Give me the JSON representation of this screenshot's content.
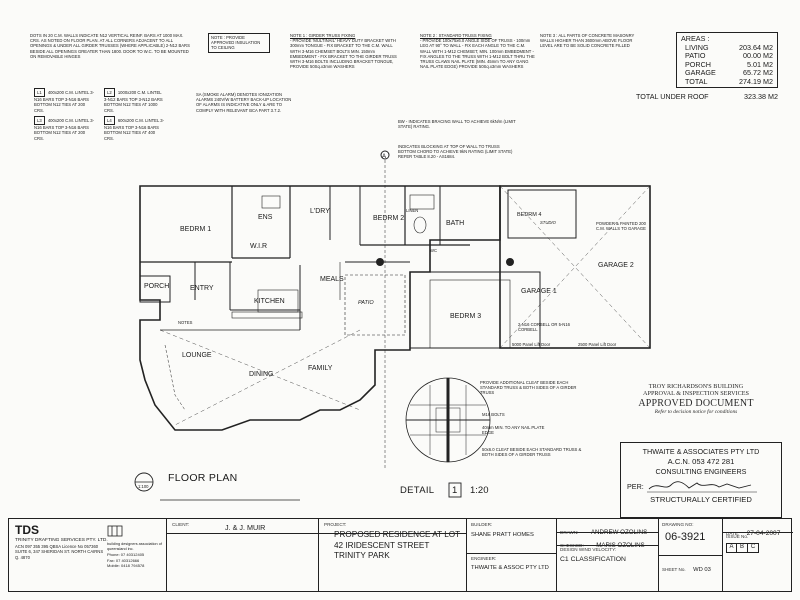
{
  "notes": {
    "top_left": "DOTS IN 20 C.M. WALLS INDICATE N12 VERTICAL REINF. BARS AT 1000 MAX. CRS. AS NOTED ON FLOOR PLAN. AT ALL CORNERS ADJACENT TO ALL OPENINGS & UNDER ALL GIRDER TRUSSES (WHERE APPLICABLE) 2-N12 BARS BESIDE ALL OPENINGS GREATER THAN 1800. DOOR TO W.C. TO BE MOUNTED ON REMOVABLE HINGES",
    "note_box": "NOTE : PROVIDE APPROVED INSULATION TO CEILING",
    "girder_fixing_title": "NOTE 1 : GIRDER TRUSS FIXING",
    "girder_fixing_body": "- PROVIDE 'MULTINAIL' HEAVY DUTY BRACKET WITH 300mm TONGUE - FIX BRACKET TO THE C.M. WALL WITH 3-M16 CHEMSET BOLTS MIN. 150mm EMBEDMENT - FIX BRACKET TO THE GIRDER TRUSS WITH 3-M16 BOLTS INCLUDING BRACKET TONGUE, PROVIDE 50Sq.x3mm WASHERS",
    "standard_fixing_title": "NOTE 2 : STANDARD TRUSS FIXING",
    "standard_fixing_body": "- PROVIDE 100x75x6.0 ANGLE SIDE OF TRUSS - 100mm LEG AT 90° TO WALL - FIX EACH ANGLE TO THE C.M. WALL WITH 1-M12 CHEMSET, MIN. 100mm EMBEDMENT - FIX ANGLES TO THE TRUSS WITH 1-M12 BOLT THRU THE TRUSS CLAWS NAIL PLATE (MIN. 45mm TO ANY GANG NAIL PLATE EDGE) PROVIDE 50Sq.x3mm WASHERS",
    "note3": "NOTE 3 : ALL PARTS OF CONCRETE MASONRY WALLS HIGHER THAN 3600mm ABOVE FLOOR LEVEL ARE TO BE SOLID CONCRETE FILLED",
    "bracing": "BW - INDICATES BRACING WALL TO ACHIEVE 6kN/m (LIMIT STATE) RATING.",
    "blocking": "INDICATES BLOCKING AT TOP OF WALL TO TRUSS BOTTOM CHORD TO ACHIEVE 9kN RATING (LIMIT STATE) REFER TABLE 8.20 - AS1684.",
    "smoke_alarm": "SA (SMOKE ALARM) DENOTES IONIZATION ALARMS 240V/W BATTERY BACK-UP LOCATION OF ALARMS IS INDICATIVE ONLY & ARE TO COMPLY WITH RELEVANT BCA PART 3.7.2.",
    "detail_note1": "PROVIDE ADDITIONAL CLEAT BESIDE EACH STANDARD TRUSS & BOTH SIDES OF A GIRDER TRUSS",
    "detail_note2": "M16 BOLTS",
    "detail_note3": "40mm MIN. TO ANY NAIL PLATE EDGE",
    "detail_note4": "50x6.0 CLEAT BESIDE EACH STANDARD TRUSS & BOTH SIDES OF A GIRDER TRUSS"
  },
  "lintels": [
    {
      "id": "L1",
      "text": "400x200 C.M. LINTEL 3-N16 BARS TOP 3-N16 BARS BOTTOM N12 TIES AT 200 CRS."
    },
    {
      "id": "L2",
      "text": "1000x200 C.M. LINTEL 3-N12 BARS TOP 3-N12 BARS BOTTOM N12 TIES AT 1000 CRS."
    },
    {
      "id": "L3",
      "text": "400x200 C.M. LINTEL 3-N16 BARS TOP 3-N16 BARS BOTTOM N12 TIES AT 200 CRS."
    },
    {
      "id": "L4",
      "text": "600x200 C.M. LINTEL 3-N16 BARS TOP 3-N16 BARS BOTTOM N12 TIES AT 400 CRS."
    }
  ],
  "areas": {
    "heading": "AREAS :",
    "rows": [
      {
        "label": "LIVING",
        "value": "203.64",
        "unit": "M2"
      },
      {
        "label": "PATIO",
        "value": "00.00",
        "unit": "M2"
      },
      {
        "label": "PORCH",
        "value": "5.01",
        "unit": "M2"
      },
      {
        "label": "GARAGE",
        "value": "65.72",
        "unit": "M2"
      },
      {
        "label": "TOTAL",
        "value": "274.19",
        "unit": "M2"
      }
    ],
    "under_roof_label": "TOTAL UNDER ROOF",
    "under_roof_value": "323.38",
    "under_roof_unit": "M2"
  },
  "rooms": {
    "bedrm1": "BEDRM 1",
    "ens": "ENS",
    "wir": "W.I.R",
    "lory": "L'DRY",
    "bedrm2": "BEDRM 2",
    "bath": "BATH",
    "bedrm4": "BEDRM 4",
    "porch": "PORCH",
    "entry": "ENTRY",
    "kitchen": "KITCHEN",
    "meals": "MEALS",
    "patio": "PATIO",
    "bedrm3": "BEDRM 3",
    "garage1": "GARAGE 1",
    "garage2": "GARAGE 2",
    "lounge": "LOUNGE",
    "dining": "DINING",
    "family": "FAMILY",
    "linen": "LINEN",
    "wc": "WC",
    "notes_label": "NOTES",
    "garage_wall_note": "POWDER & PAINTED 200 C.M. WALLS TO GARAGE",
    "panel_lift_1": "5000 Panel Lift Door",
    "panel_lift_2": "2500 Panel Lift Door",
    "bedrm4_sub": "STUDIO",
    "garage_note": "2-N16 CORBELL OR 5-N16 CORBELL"
  },
  "stamp": {
    "line1": "TROY RICHARDSON'S BUILDING",
    "line2": "APPROVAL & INSPECTION SERVICES",
    "line3": "APPROVED DOCUMENT",
    "line4": "Refer to decision notice for conditions"
  },
  "engineer": {
    "name": "THWAITE & ASSOCIATES PTY LTD",
    "acn": "A.C.N. 053 472 281",
    "role": "CONSULTING ENGINEERS",
    "per_label": "PER:",
    "certified": "STRUCTURALLY CERTIFIED"
  },
  "drawing_labels": {
    "floor_plan": "FLOOR PLAN",
    "scale_floor": "1:100",
    "detail": "DETAIL",
    "detail_num": "1",
    "detail_scale": "1:20",
    "section_a": "A"
  },
  "title_block": {
    "company_short": "TDS",
    "company": "TRINITY DRAFTING SERVICES PTY. LTD.",
    "company_details": "ACN 097 355 395 QBSA Licence No 057360 SUITE 6, 347 SHERIDAN ST. NORTH CAIRNS Q. 4870",
    "bsa_text": "building designers association of queensland inc.",
    "phone": "Phone: 07 40312405",
    "fax": "Fax: 07 40312666",
    "mobile": "Mobile: 0418 794578",
    "client_label": "CLIENT:",
    "client": "J. & J. MUIR",
    "project_label": "PROJECT:",
    "project": "PROPOSED RESIDENCE AT LOT 42 IRIDESCENT STREET TRINITY PARK",
    "builder_label": "BUILDER:",
    "builder": "SHANE PRATT HOMES",
    "engineer_label": "ENGINEER:",
    "engineer": "THWAITE & ASSOC PTY LTD",
    "drawn_label": "DRAWN:",
    "drawn": "ANDREW OZOLINS",
    "checked_label": "CHECKED:",
    "checked": "MARIS OZOLINS",
    "wind_label": "DESIGN WIND VELOCITY:",
    "wind": "C1 CLASSIFICATION",
    "drawing_no_label": "DRAWING NO:",
    "drawing_no": "06-3921",
    "sheet_label": "SHEET No.",
    "sheet": "WD 03",
    "date_label": "DATE:",
    "date": "27-04-2007",
    "issue_label": "ISSUE No.",
    "issues": [
      "A",
      "B",
      "C"
    ]
  }
}
